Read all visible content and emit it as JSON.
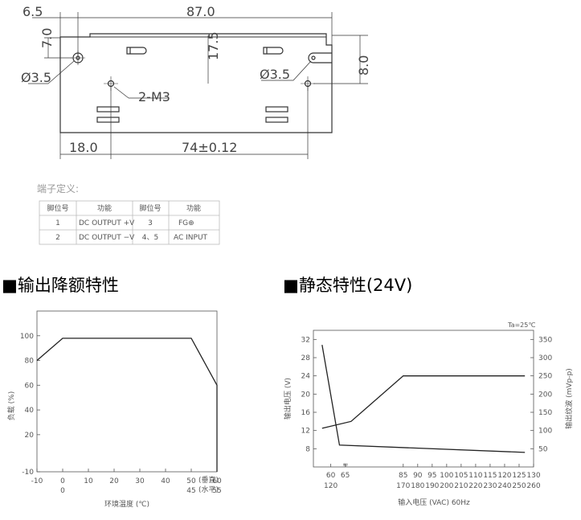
{
  "mechanical": {
    "dims": {
      "left_offset": "6.5",
      "width": "87.0",
      "top_offset": "7.0",
      "hole_left": "Ø3.5",
      "slot_spacing": "17.5",
      "hole_right": "Ø3.5",
      "height": "8.0",
      "screw": "2-M3",
      "bottom_left": "18.0",
      "bottom_span": "74±0.12"
    }
  },
  "pin_table": {
    "title": "端子定义:",
    "headers": [
      "脚位号",
      "功能",
      "脚位号",
      "功能"
    ],
    "rows": [
      [
        "1",
        "DC OUTPUT +V",
        "3",
        "FG⊕"
      ],
      [
        "2",
        "DC OUTPUT −V",
        "4、5",
        "AC INPUT"
      ]
    ]
  },
  "sections": {
    "derating_title": "■输出降额特性",
    "static_title": "■静态特性(24V)"
  },
  "chart_data": [
    {
      "type": "line",
      "title": "",
      "xlabel": "环境温度 (℃)",
      "ylabel": "负载 (%)",
      "x_ticks": [
        "-10",
        "0",
        "10",
        "20",
        "30",
        "40",
        "50",
        "60"
      ],
      "x_ticks_secondary": [
        "0",
        "45",
        "55"
      ],
      "x_annotations": [
        "(垂直)",
        "(水平)"
      ],
      "y_ticks": [
        "-10",
        "20",
        "40",
        "60",
        "80",
        "100"
      ],
      "xlim": [
        -10,
        60
      ],
      "ylim": [
        -10,
        120
      ],
      "series": [
        {
          "x": [
            -10,
            0,
            50,
            60,
            60
          ],
          "y": [
            80,
            98,
            98,
            60,
            -10
          ]
        }
      ]
    },
    {
      "type": "line",
      "title": "",
      "annotation": "Ta=25℃",
      "xlabel": "输入电压 (VAC) 60Hz",
      "ylabel": "输出电压 (V)",
      "y2label": "输出纹波 (mVp-p)",
      "x_ticks": [
        "60",
        "65",
        "85",
        "90",
        "95",
        "100",
        "105",
        "110",
        "115",
        "120",
        "125",
        "130"
      ],
      "x_ticks_secondary": [
        "120",
        "170",
        "180",
        "190",
        "200",
        "210",
        "220",
        "230",
        "240",
        "250",
        "260"
      ],
      "y_ticks": [
        "8",
        "12",
        "16",
        "20",
        "24",
        "28",
        "32"
      ],
      "y2_ticks": [
        "50",
        "100",
        "150",
        "200",
        "250",
        "300",
        "350"
      ],
      "xlim": [
        54,
        130
      ],
      "ylim": [
        4,
        34
      ],
      "y2lim": [
        0,
        375
      ],
      "series": [
        {
          "axis": "left",
          "x": [
            57,
            67,
            85,
            127
          ],
          "y": [
            12.5,
            14,
            24,
            24
          ]
        },
        {
          "axis": "right",
          "x": [
            57,
            63,
            127
          ],
          "y": [
            335,
            60,
            40
          ]
        }
      ]
    }
  ]
}
